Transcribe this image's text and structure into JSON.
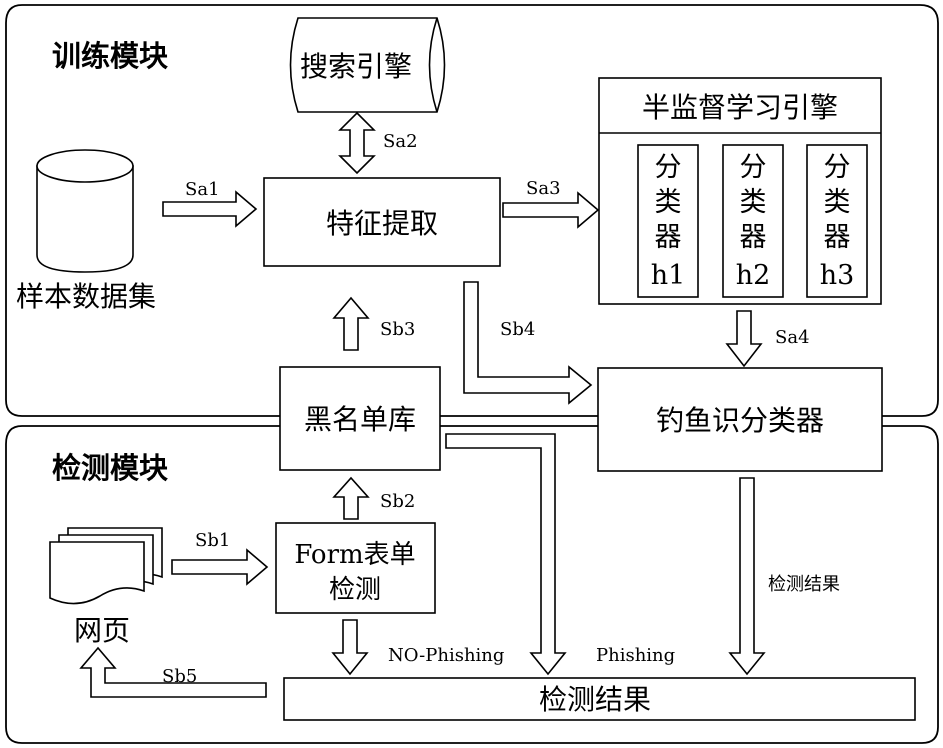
{
  "modules": {
    "training": "训练模块",
    "detection": "检测模块"
  },
  "nodes": {
    "search_engine": "搜索引擎",
    "semi_supervised": "半监督学习引擎",
    "feature_extraction": "特征提取",
    "sample_dataset": "样本数据集",
    "classifier_chars": [
      "分",
      "类",
      "器"
    ],
    "classifier_ids": [
      "h1",
      "h2",
      "h3"
    ],
    "blacklist": "黑名单库",
    "phishing_classifier": "钓鱼识分类器",
    "form_detection_line1": "Form表单",
    "form_detection_line2": "检测",
    "webpage": "网页",
    "detection_result": "检测结果"
  },
  "edges": {
    "sa1": "Sa1",
    "sa2": "Sa2",
    "sa3": "Sa3",
    "sa4": "Sa4",
    "sb1": "Sb1",
    "sb2": "Sb2",
    "sb3": "Sb3",
    "sb4": "Sb4",
    "sb5": "Sb5",
    "no_phishing": "NO-Phishing",
    "phishing": "Phishing",
    "detection_result_label": "检测结果"
  }
}
